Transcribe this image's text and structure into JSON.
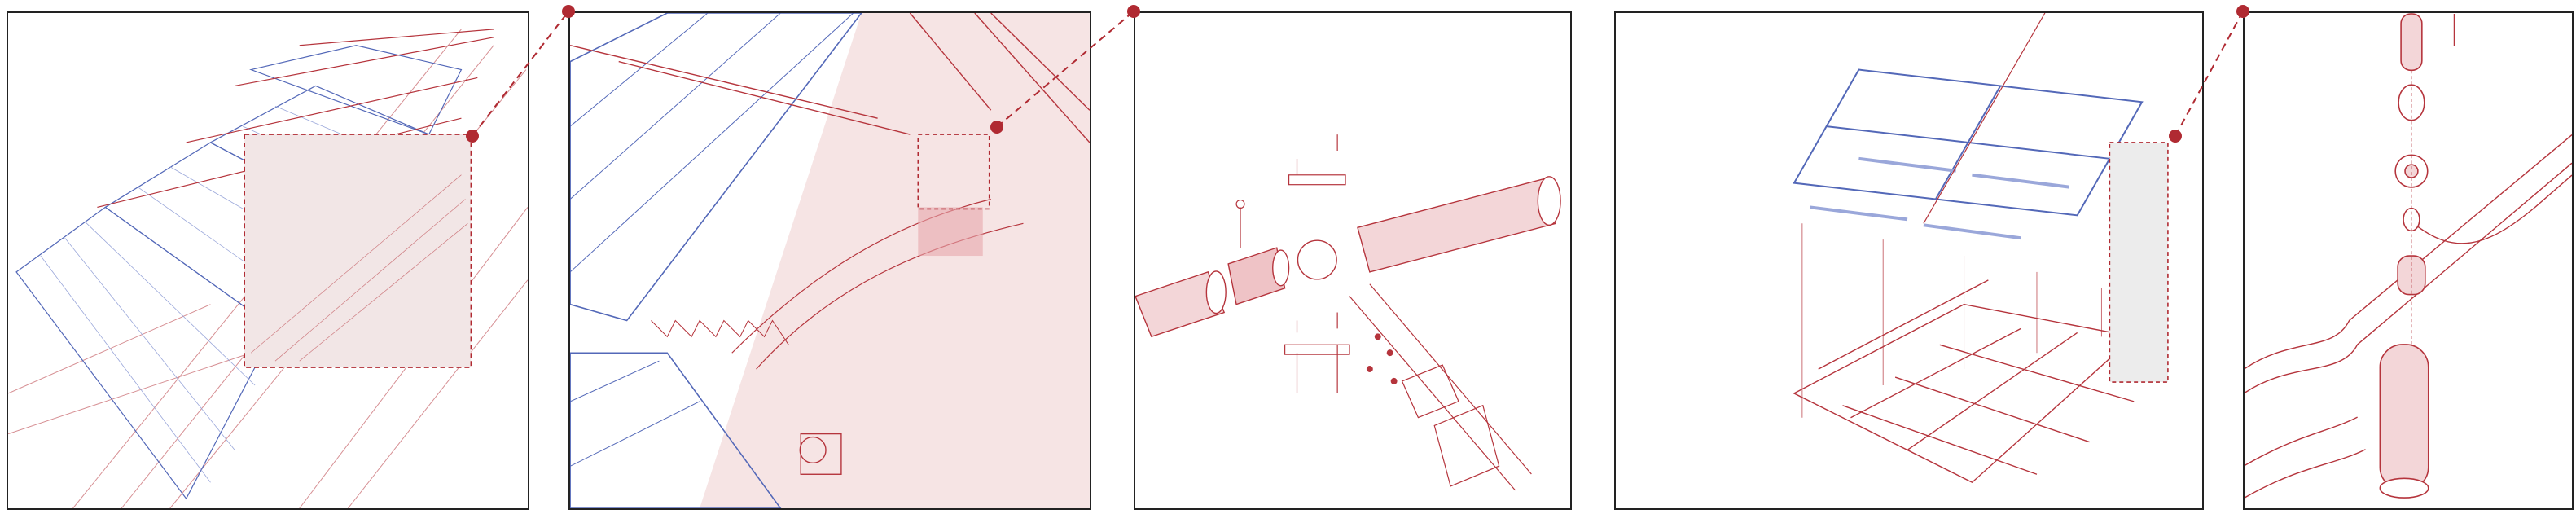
{
  "figure": {
    "description_label": "",
    "colors": {
      "frame": "#222222",
      "detail_red": "#b5343c",
      "detail_red_light": "#e7a7ab",
      "panel_blue": "#5368b8",
      "panel_blue_light": "#9aa7da",
      "callout": "#b02a32"
    }
  },
  "panels": [
    {
      "id": "overview",
      "kind": "perspective-overview",
      "icon": "solar-array-drawing"
    },
    {
      "id": "zoom-1",
      "kind": "enlarged-detail",
      "icon": "panel-edge-detail"
    },
    {
      "id": "exploded-joint",
      "kind": "exploded-axonometric",
      "icon": "tube-joint-exploded"
    },
    {
      "id": "exploded-frame",
      "kind": "exploded-axonometric",
      "icon": "frame-grid-exploded"
    },
    {
      "id": "connector-detail",
      "kind": "enlarged-detail",
      "icon": "connector-stack"
    }
  ]
}
